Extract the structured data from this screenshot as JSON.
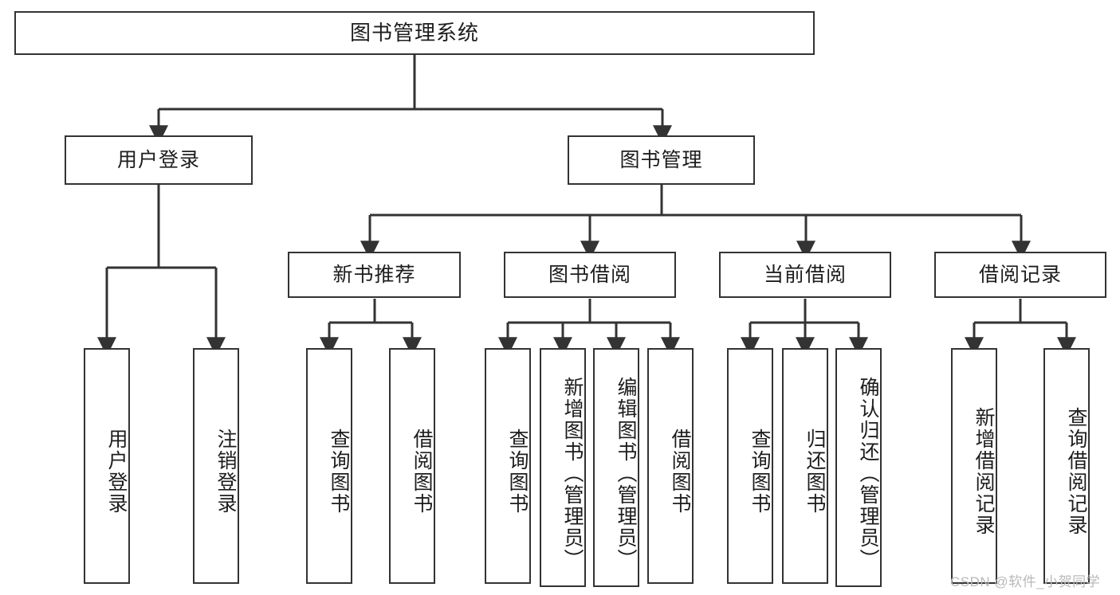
{
  "diagram": {
    "type": "tree-hierarchy",
    "title": "图书管理系统",
    "root": {
      "label": "图书管理系统"
    },
    "level2": [
      {
        "id": "user-login",
        "label": "用户登录"
      },
      {
        "id": "book-management",
        "label": "图书管理"
      }
    ],
    "level3": [
      {
        "id": "new-book-recommend",
        "label": "新书推荐",
        "parent": "book-management"
      },
      {
        "id": "book-borrow",
        "label": "图书借阅",
        "parent": "book-management"
      },
      {
        "id": "current-borrow",
        "label": "当前借阅",
        "parent": "book-management"
      },
      {
        "id": "borrow-record",
        "label": "借阅记录",
        "parent": "book-management"
      }
    ],
    "leaves": [
      {
        "id": "leaf-user-login",
        "label": "用户登录",
        "parent": "user-login"
      },
      {
        "id": "leaf-logout",
        "label": "注销登录",
        "parent": "user-login"
      },
      {
        "id": "leaf-query-book-1",
        "label": "查询图书",
        "parent": "new-book-recommend"
      },
      {
        "id": "leaf-borrow-book-1",
        "label": "借阅图书",
        "parent": "new-book-recommend"
      },
      {
        "id": "leaf-query-book-2",
        "label": "查询图书",
        "parent": "book-borrow"
      },
      {
        "id": "leaf-add-book",
        "label": "新增图书（管理员）",
        "parent": "book-borrow"
      },
      {
        "id": "leaf-edit-book",
        "label": "编辑图书（管理员）",
        "parent": "book-borrow"
      },
      {
        "id": "leaf-borrow-book-2",
        "label": "借阅图书",
        "parent": "book-borrow"
      },
      {
        "id": "leaf-query-book-3",
        "label": "查询图书",
        "parent": "current-borrow"
      },
      {
        "id": "leaf-return-book",
        "label": "归还图书",
        "parent": "current-borrow"
      },
      {
        "id": "leaf-confirm-return",
        "label": "确认归还（管理员）",
        "parent": "current-borrow"
      },
      {
        "id": "leaf-add-record",
        "label": "新增借阅记录",
        "parent": "borrow-record"
      },
      {
        "id": "leaf-query-record",
        "label": "查询借阅记录",
        "parent": "borrow-record"
      }
    ],
    "watermark": "CSDN @软件_小贺同学",
    "colors": {
      "stroke": "#333333",
      "fill": "#ffffff",
      "text": "#1d1d1d",
      "watermark": "#b9b9b9"
    }
  }
}
